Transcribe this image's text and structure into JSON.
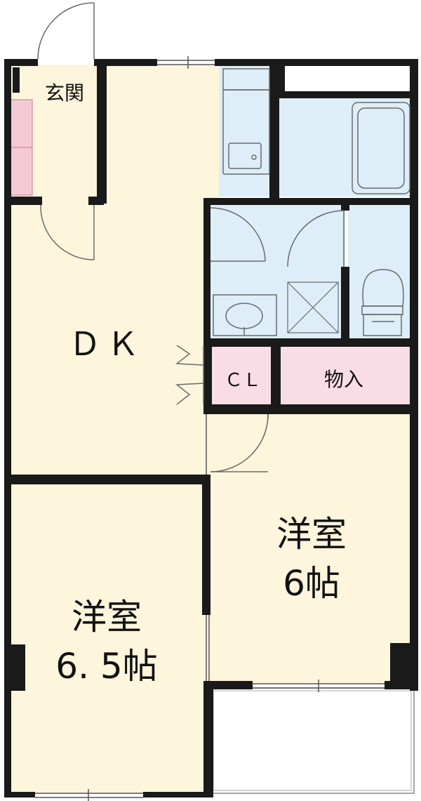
{
  "rooms": {
    "entrance": "玄関",
    "dk": "ＤＫ",
    "closet": "ＣＬ",
    "storage": "物入",
    "western_room_1": {
      "name": "洋室",
      "size": "6帖"
    },
    "western_room_2": {
      "name": "洋室",
      "size": "6. 5帖"
    }
  },
  "colors": {
    "wall": "#1a1a1a",
    "floor": "#fdf5dc",
    "wet_area": "#ddeef8",
    "closet": "#f9dde6",
    "shoe_box": "#f5c9d6",
    "balcony": "#ffffff",
    "fixture_line": "#6a6a6a"
  }
}
